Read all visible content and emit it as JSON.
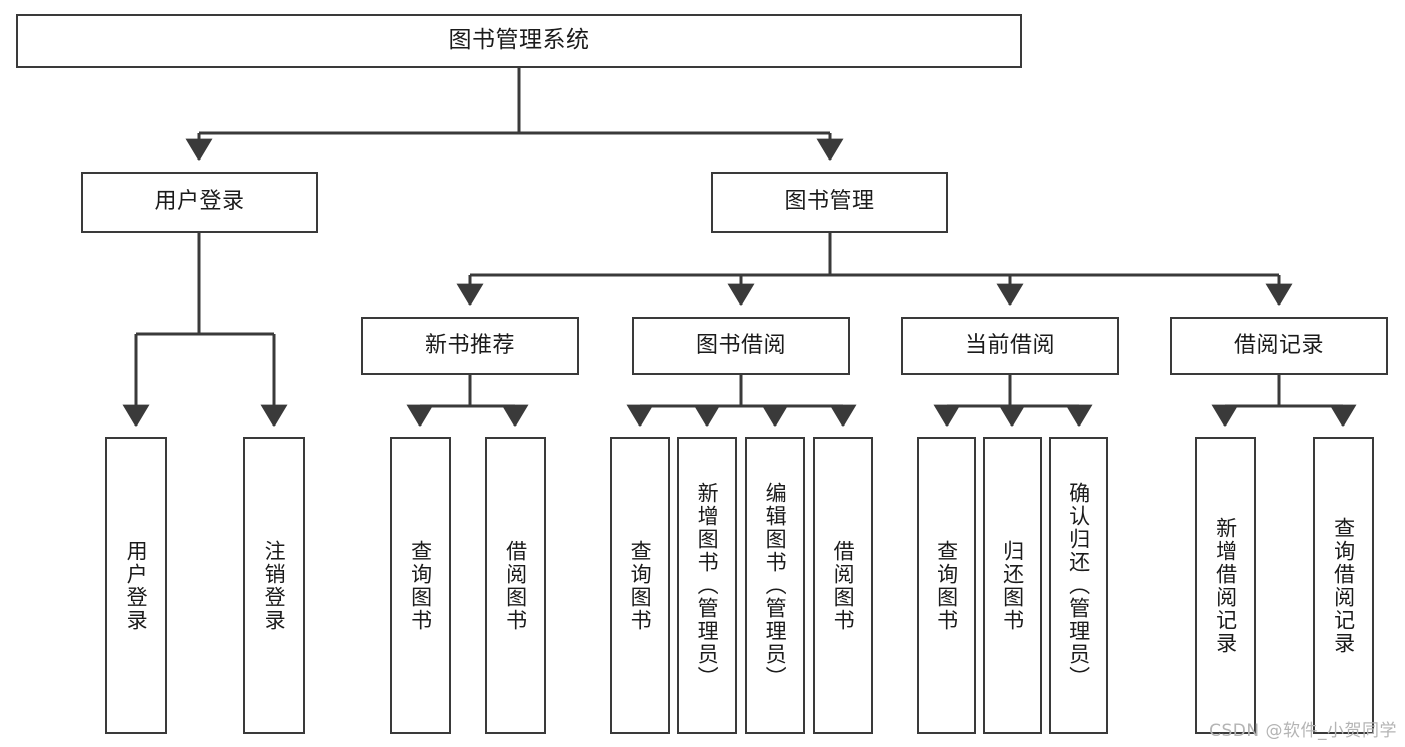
{
  "diagram": {
    "title": "图书管理系统",
    "type": "tree",
    "watermark": "CSDN @软件_小贺同学",
    "colors": {
      "stroke": "#3a3a3a",
      "fill": "#ffffff",
      "text": "#1b1b1b",
      "watermark": "#b4b4b4"
    }
  },
  "nodes": {
    "root": {
      "label": "图书管理系统"
    },
    "level2": [
      {
        "id": "user-login",
        "label": "用户登录"
      },
      {
        "id": "book-management",
        "label": "图书管理"
      }
    ],
    "level3": [
      {
        "id": "new-book-recommend",
        "label": "新书推荐"
      },
      {
        "id": "book-borrow",
        "label": "图书借阅"
      },
      {
        "id": "current-borrow",
        "label": "当前借阅"
      },
      {
        "id": "borrow-record",
        "label": "借阅记录"
      }
    ],
    "leaves": {
      "user-login": [
        {
          "id": "login",
          "label": "用户登录"
        },
        {
          "id": "logout",
          "label": "注销登录"
        }
      ],
      "new-book-recommend": [
        {
          "id": "query-book-1",
          "label": "查询图书"
        },
        {
          "id": "borrow-book-1",
          "label": "借阅图书"
        }
      ],
      "book-borrow": [
        {
          "id": "query-book-2",
          "label": "查询图书"
        },
        {
          "id": "add-book",
          "label": "新增图书（管理员）"
        },
        {
          "id": "edit-book",
          "label": "编辑图书（管理员）"
        },
        {
          "id": "borrow-book-2",
          "label": "借阅图书"
        }
      ],
      "current-borrow": [
        {
          "id": "query-book-3",
          "label": "查询图书"
        },
        {
          "id": "return-book",
          "label": "归还图书"
        },
        {
          "id": "confirm-return",
          "label": "确认归还（管理员）"
        }
      ],
      "borrow-record": [
        {
          "id": "add-borrow-record",
          "label": "新增借阅记录"
        },
        {
          "id": "query-borrow-record",
          "label": "查询借阅记录"
        }
      ]
    }
  }
}
